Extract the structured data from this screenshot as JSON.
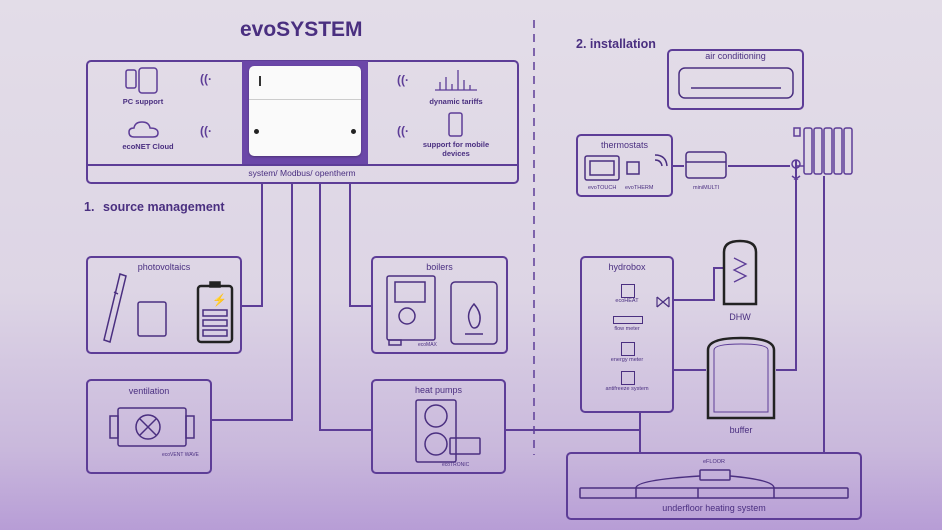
{
  "title": "evoSYSTEM",
  "controller": {
    "pc_support": "PC support",
    "econet_cloud": "ecoNET Cloud",
    "dynamic_tariffs": "dynamic tariffs",
    "mobile_support": "support for mobile devices",
    "protocol_bar": "system/ Modbus/ opentherm"
  },
  "section1": {
    "number": "1.",
    "label": "source management"
  },
  "section2": {
    "label": "2. installation"
  },
  "photovoltaics": {
    "label": "photovoltaics"
  },
  "boilers": {
    "label": "boilers",
    "sublabel": "ecoMAX"
  },
  "ventilation": {
    "label": "ventilation",
    "sublabel": "ecoVENT WAVE"
  },
  "heat_pumps": {
    "label": "heat pumps",
    "sublabel": "ecoTRONIC"
  },
  "air_conditioning": {
    "label": "air conditioning"
  },
  "thermostats": {
    "label": "thermostats",
    "evotouch": "evoTOUCH",
    "evotherm": "evoTHERM"
  },
  "minimulti": {
    "label": "miniMULTI"
  },
  "hydrobox": {
    "label": "hydrobox",
    "items": [
      "ecoHEAT",
      "flow meter",
      "energy meter",
      "antifreeze system"
    ]
  },
  "dhw": {
    "label": "DHW"
  },
  "buffer": {
    "label": "buffer"
  },
  "underfloor": {
    "label": "underfloor heating system",
    "sublabel": "eFLOOR"
  },
  "colors": {
    "accent": "#5d3d97",
    "panel": "#6b47a8",
    "background": "#e3dde8"
  }
}
